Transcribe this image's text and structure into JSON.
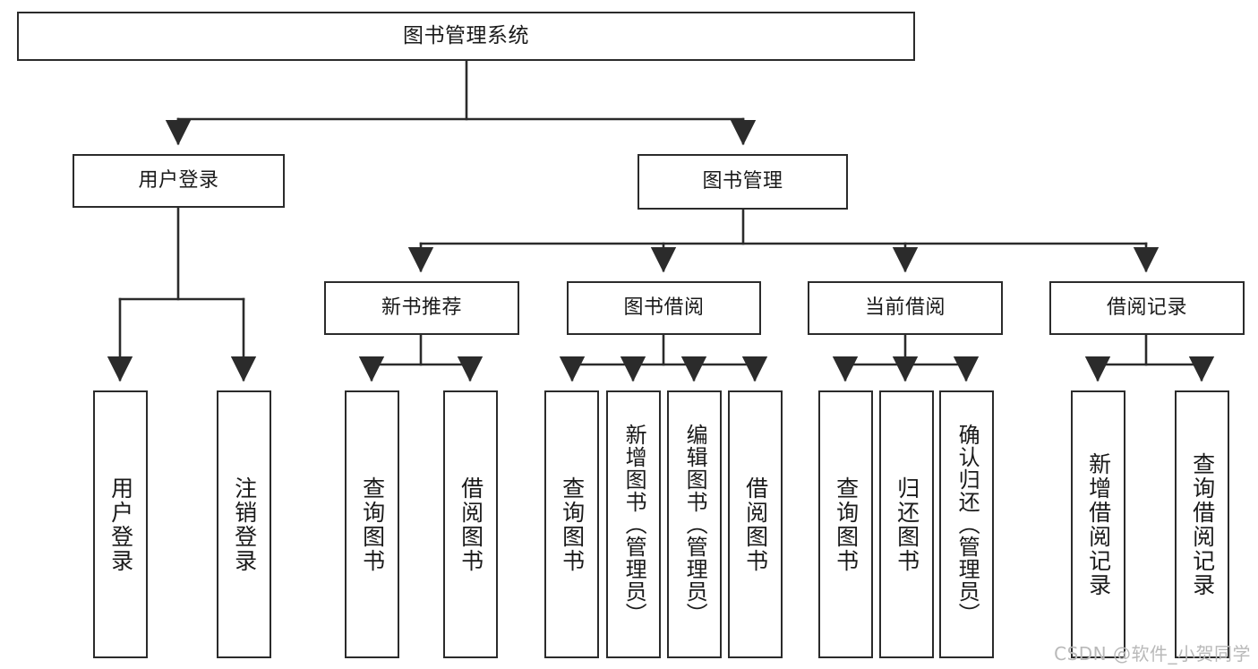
{
  "diagram": {
    "title": "图书管理系统",
    "type": "功能结构图",
    "colors": {
      "box_border": "#2b2b2b",
      "box_fill": "#ffffff",
      "edge": "#2b2b2b",
      "text": "#1a1a1a",
      "watermark": "#b9b9b9"
    }
  },
  "nodes": {
    "root": {
      "label": "图书管理系统"
    },
    "level1": [
      {
        "id": "user-login",
        "label": "用户登录"
      },
      {
        "id": "book-manage",
        "label": "图书管理"
      }
    ],
    "level2": [
      {
        "id": "new-book-recommend",
        "label": "新书推荐"
      },
      {
        "id": "book-borrow",
        "label": "图书借阅"
      },
      {
        "id": "current-borrow",
        "label": "当前借阅"
      },
      {
        "id": "borrow-record",
        "label": "借阅记录"
      }
    ],
    "leaves": {
      "user_login": [
        {
          "id": "leaf-user-login",
          "label": "用户登录"
        },
        {
          "id": "leaf-logout-login",
          "label": "注销登录"
        }
      ],
      "new_book_recommend": [
        {
          "id": "leaf-query-book-1",
          "label": "查询图书"
        },
        {
          "id": "leaf-borrow-book-1",
          "label": "借阅图书"
        }
      ],
      "book_borrow": [
        {
          "id": "leaf-query-book-2",
          "label": "查询图书"
        },
        {
          "id": "leaf-add-book",
          "label": "新增图书（管理员）"
        },
        {
          "id": "leaf-edit-book",
          "label": "编辑图书（管理员）"
        },
        {
          "id": "leaf-borrow-book-2",
          "label": "借阅图书"
        }
      ],
      "current_borrow": [
        {
          "id": "leaf-query-book-3",
          "label": "查询图书"
        },
        {
          "id": "leaf-return-book",
          "label": "归还图书"
        },
        {
          "id": "leaf-confirm-return",
          "label": "确认归还（管理员）"
        }
      ],
      "borrow_record": [
        {
          "id": "leaf-add-record",
          "label": "新增借阅记录"
        },
        {
          "id": "leaf-query-record",
          "label": "查询借阅记录"
        }
      ]
    }
  },
  "watermark": {
    "text": "CSDN @软件_小贺同学"
  }
}
